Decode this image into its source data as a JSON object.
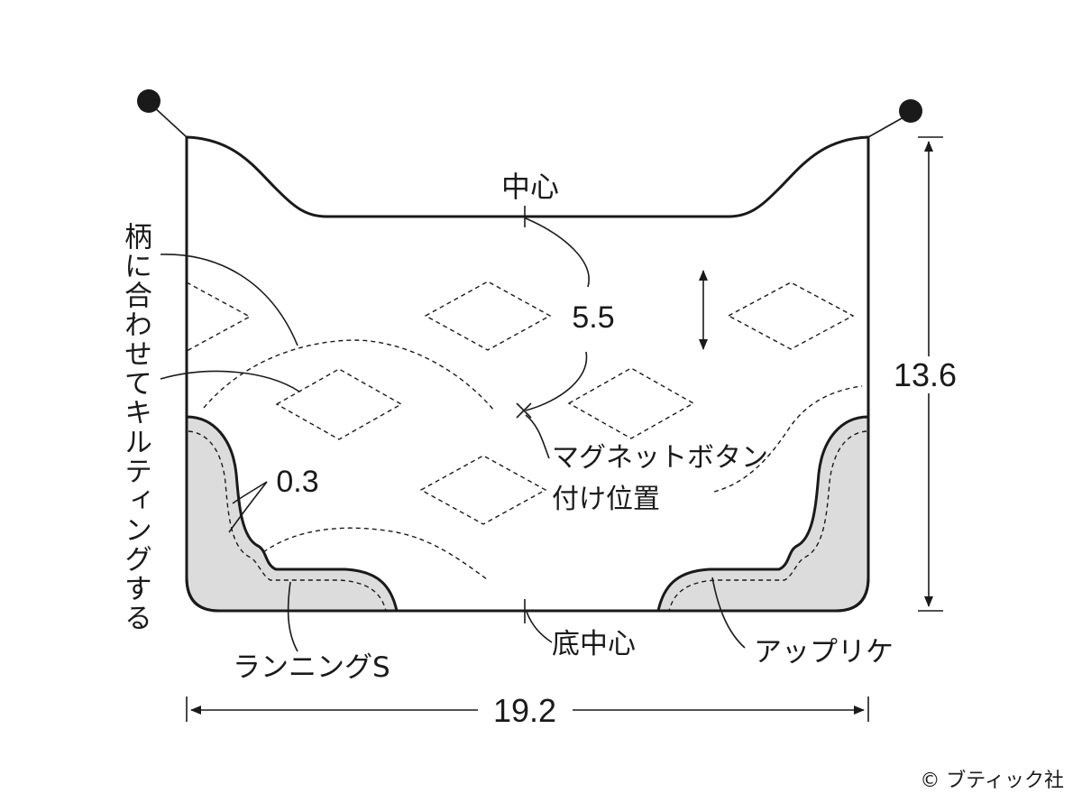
{
  "labels": {
    "center_top": "中心",
    "measure_5_5": "5.5",
    "measure_0_3": "0.3",
    "height": "13.6",
    "width": "19.2",
    "quilt_note": "柄に合わせてキルティングする",
    "magnet_line1": "マグネットボタン",
    "magnet_line2": "付け位置",
    "bottom_center": "底中心",
    "running_stitch": "ランニングS",
    "applique": "アップリケ",
    "copyright": "© ブティック社"
  }
}
